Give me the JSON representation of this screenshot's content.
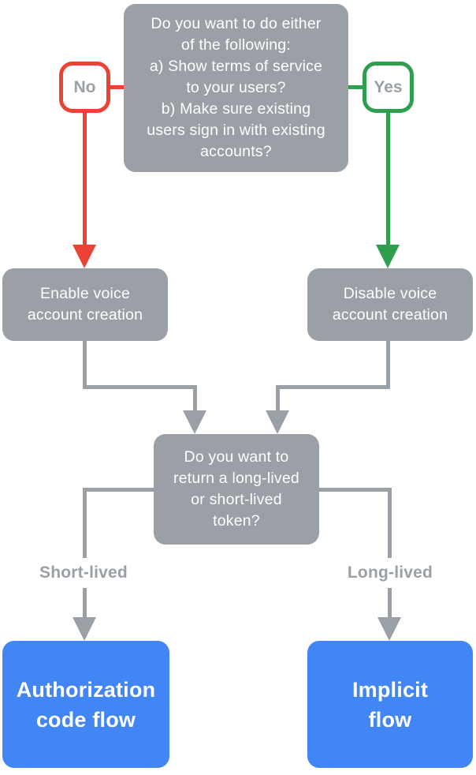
{
  "colors": {
    "gray": "#9AA0A6",
    "red": "#EA4335",
    "green": "#2F9E4F",
    "blue": "#4285F4",
    "white": "#ffffff",
    "label_text": "#9AA0A6"
  },
  "nodes": {
    "question1": {
      "text": "Do you want to do either\nof the following:\na) Show terms of service\nto your users?\nb) Make sure existing\nusers sign in with existing\naccounts?"
    },
    "no_badge": {
      "label": "No"
    },
    "yes_badge": {
      "label": "Yes"
    },
    "enable": {
      "text": "Enable voice\naccount creation"
    },
    "disable": {
      "text": "Disable voice\naccount creation"
    },
    "question2": {
      "text": "Do you want to\nreturn a long-lived\nor short-lived\ntoken?"
    },
    "short_lived_label": {
      "label": "Short-lived"
    },
    "long_lived_label": {
      "label": "Long-lived"
    },
    "auth_flow": {
      "text": "Authorization\ncode flow"
    },
    "implicit_flow": {
      "text": "Implicit\nflow"
    }
  }
}
